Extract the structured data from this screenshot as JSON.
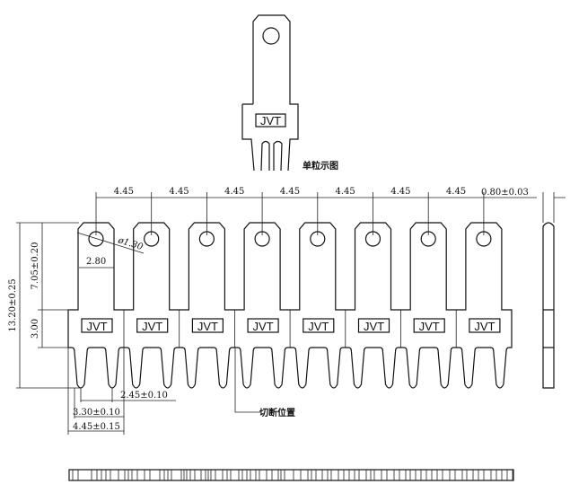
{
  "single_part": {
    "caption": "单粒示图",
    "mark": "JVT"
  },
  "strip": {
    "unit_count": 8,
    "mark": "JVT",
    "pitch_labels": [
      "4.45",
      "4.45",
      "4.45",
      "4.45",
      "4.45",
      "4.45",
      "4.45"
    ],
    "thickness": "0.80±0.03",
    "total_height": "13.20±0.25",
    "blade_length": "7.05±0.20",
    "body_height": "3.00",
    "blade_width": "2.80",
    "hole_diameter": "ø1.30",
    "leg_gap": "2.45±0.10",
    "leg_span": "3.30±0.10",
    "unit_width": "4.45±0.15",
    "cut_label": "切断位置"
  }
}
